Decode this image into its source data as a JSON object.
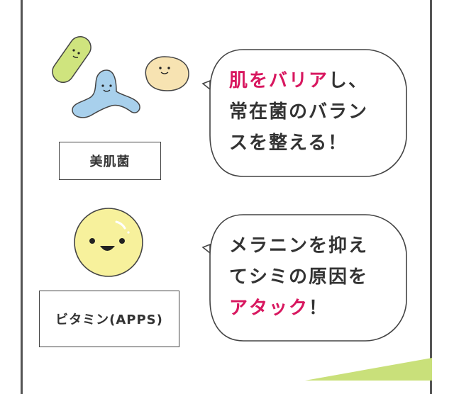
{
  "colors": {
    "accent": "#d8175f",
    "text": "#333333",
    "border": "#444444",
    "corner_green": "#c9e07a"
  },
  "section1": {
    "label": "美肌菌",
    "bubble": {
      "line1_accent": "肌をバリア",
      "line1_rest": "し、",
      "line2": "常在菌のバラン",
      "line3": "スを整える！"
    },
    "illustration_icons": [
      "green-bacterium-icon",
      "blue-bacterium-icon",
      "beige-bacterium-icon"
    ]
  },
  "section2": {
    "label": "ビタミン(APPS)",
    "bubble": {
      "line1": "メラニンを抑え",
      "line2": "てシミの原因を",
      "line3_accent": "アタック",
      "line3_rest": "！"
    },
    "illustration_icons": [
      "yellow-vitamin-icon"
    ]
  }
}
